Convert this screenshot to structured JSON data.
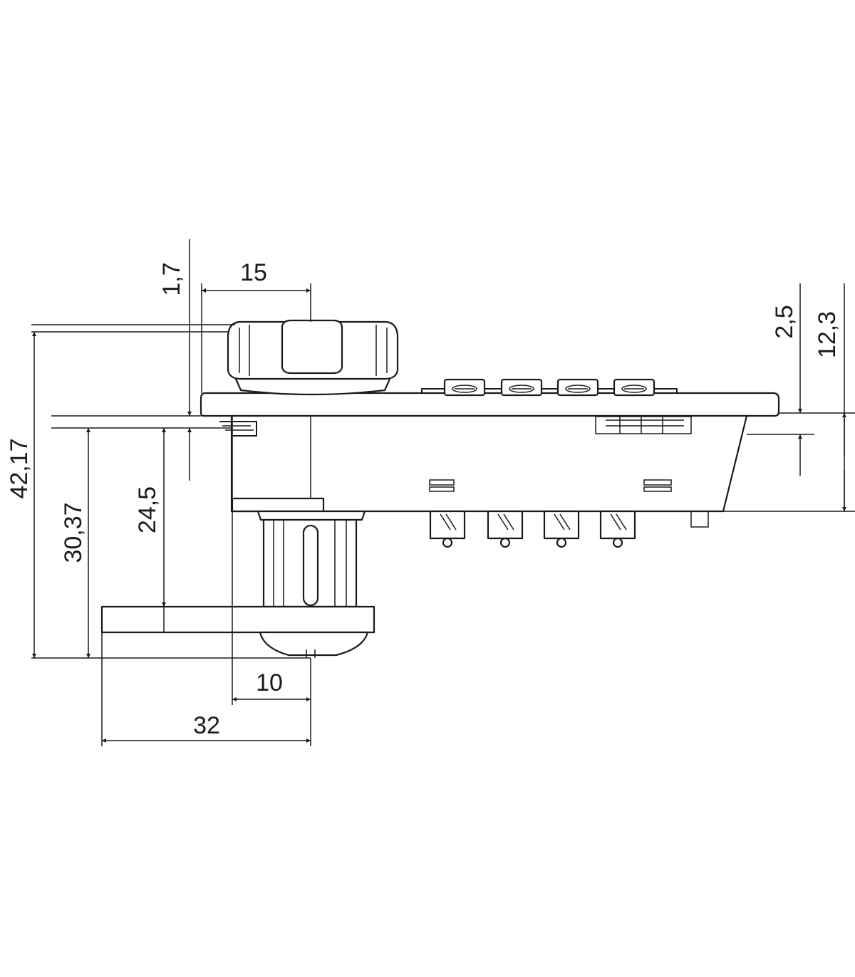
{
  "drawing": {
    "type": "technical-dimension-drawing",
    "units": "mm",
    "line_color": "#1a1a1a",
    "background": "#ffffff"
  },
  "dimensions": {
    "d_1_7": "1,7",
    "d_15": "15",
    "d_2_5": "2,5",
    "d_12_3": "12,3",
    "d_42_17": "42,17",
    "d_30_37": "30,37",
    "d_24_5": "24,5",
    "d_10": "10",
    "d_32": "32"
  }
}
